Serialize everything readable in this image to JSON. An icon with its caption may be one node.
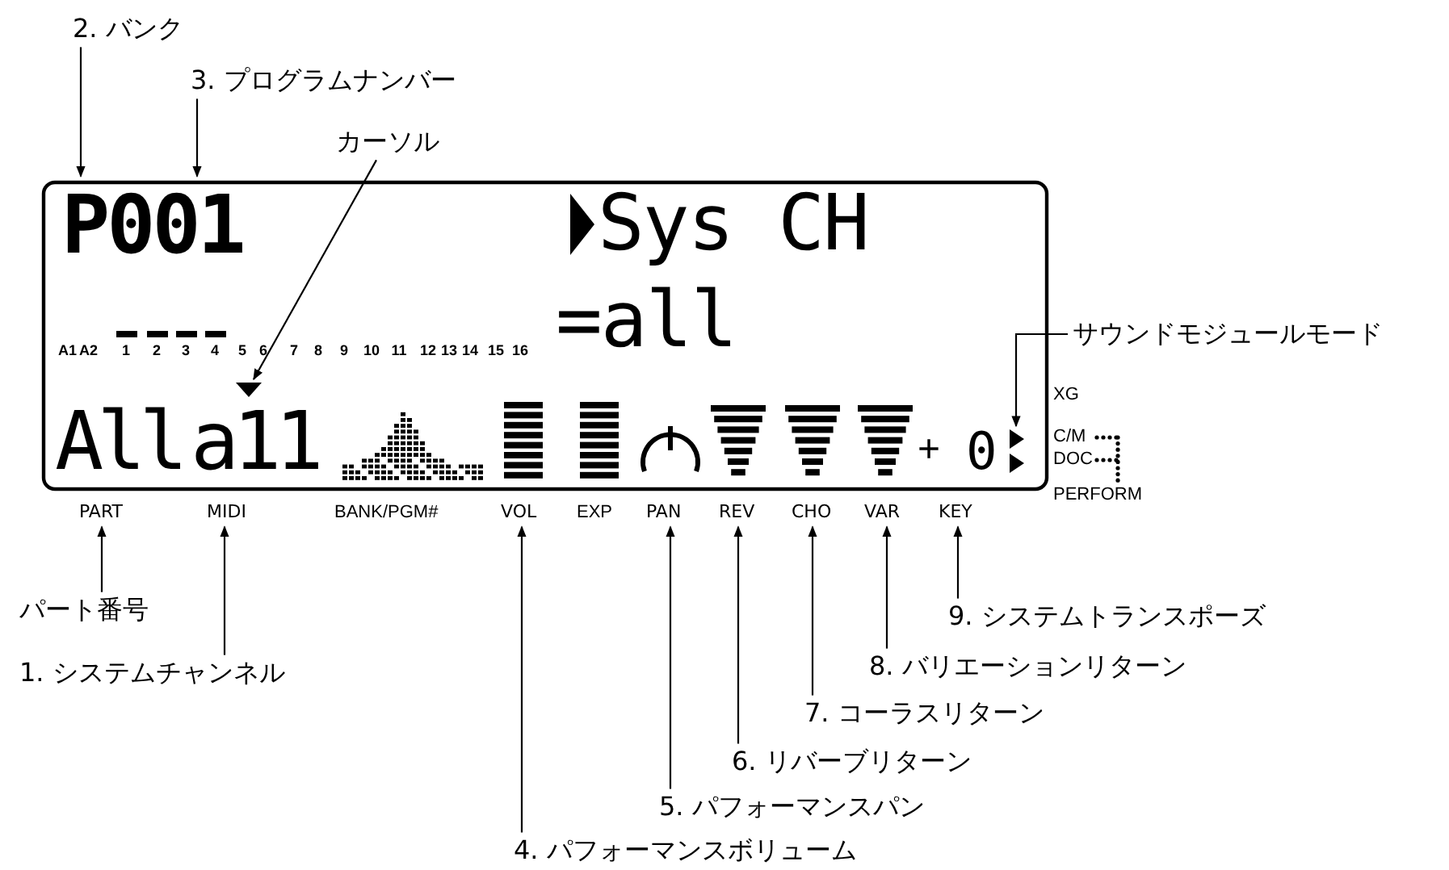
{
  "diagram": {
    "nodes": [
      {
        "text": [
          "2. バンク"
        ]
      },
      {
        "text": [
          "3. プログラムナンバー"
        ]
      },
      {
        "text": [
          "カーソル"
        ]
      },
      {
        "text": [
          "サウンドモジュールモード"
        ]
      },
      {
        "text": [
          "PART"
        ]
      },
      {
        "text": [
          "MIDI"
        ]
      },
      {
        "text": [
          "VOL"
        ]
      },
      {
        "text": [
          "PAN"
        ]
      },
      {
        "text": [
          "REV"
        ]
      },
      {
        "text": [
          "CHO"
        ]
      },
      {
        "text": [
          "VAR"
        ]
      },
      {
        "text": [
          "KEY"
        ]
      },
      {
        "text": [
          "パート番号"
        ]
      },
      {
        "text": [
          "1. システムチャンネル"
        ]
      },
      {
        "text": [
          "4. パフォーマンスボリューム"
        ]
      },
      {
        "text": [
          "5. パフォーマンスパン"
        ]
      },
      {
        "text": [
          "6. リバーブリターン"
        ]
      },
      {
        "text": [
          "7. コーラスリターン"
        ]
      },
      {
        "text": [
          "8. バリエーションリターン"
        ]
      },
      {
        "text": [
          "9. システムトランスポーズ"
        ]
      },
      {
        "text": [],
        "shape": "triangle"
      },
      {
        "text": [
          "P001"
        ]
      },
      {
        "text": [],
        "shape": "triangle"
      }
    ],
    "edges": [
      {
        "from": 0,
        "to": 21,
        "arrow": "to"
      },
      {
        "from": 1,
        "to": 21,
        "arrow": "to"
      },
      {
        "from": 2,
        "to": 20,
        "arrow": "to"
      },
      {
        "from": 3,
        "to": 22,
        "arrow": "to"
      },
      {
        "from": 12,
        "to": 4,
        "arrow": "to"
      },
      {
        "from": 13,
        "to": 5,
        "arrow": "to"
      },
      {
        "from": 14,
        "to": 6,
        "arrow": "to"
      },
      {
        "from": 15,
        "to": 7,
        "arrow": "to"
      },
      {
        "from": 16,
        "to": 8,
        "arrow": "to"
      },
      {
        "from": 17,
        "to": 9,
        "arrow": "to"
      },
      {
        "from": 18,
        "to": 10,
        "arrow": "to"
      },
      {
        "from": 19,
        "to": 11,
        "arrow": "to"
      }
    ],
    "labels": [
      "Sys CH",
      "=all",
      "A1",
      "A2",
      "1",
      "2",
      "3",
      "4",
      "5",
      "6",
      "7",
      "8",
      "9",
      "10",
      "11",
      "12",
      "13",
      "14",
      "15",
      "16",
      "All",
      "a11",
      "BANK/PGM#",
      "EXP",
      "+",
      "0",
      "XG",
      "C/M",
      "DOC",
      "PERFORM"
    ]
  }
}
